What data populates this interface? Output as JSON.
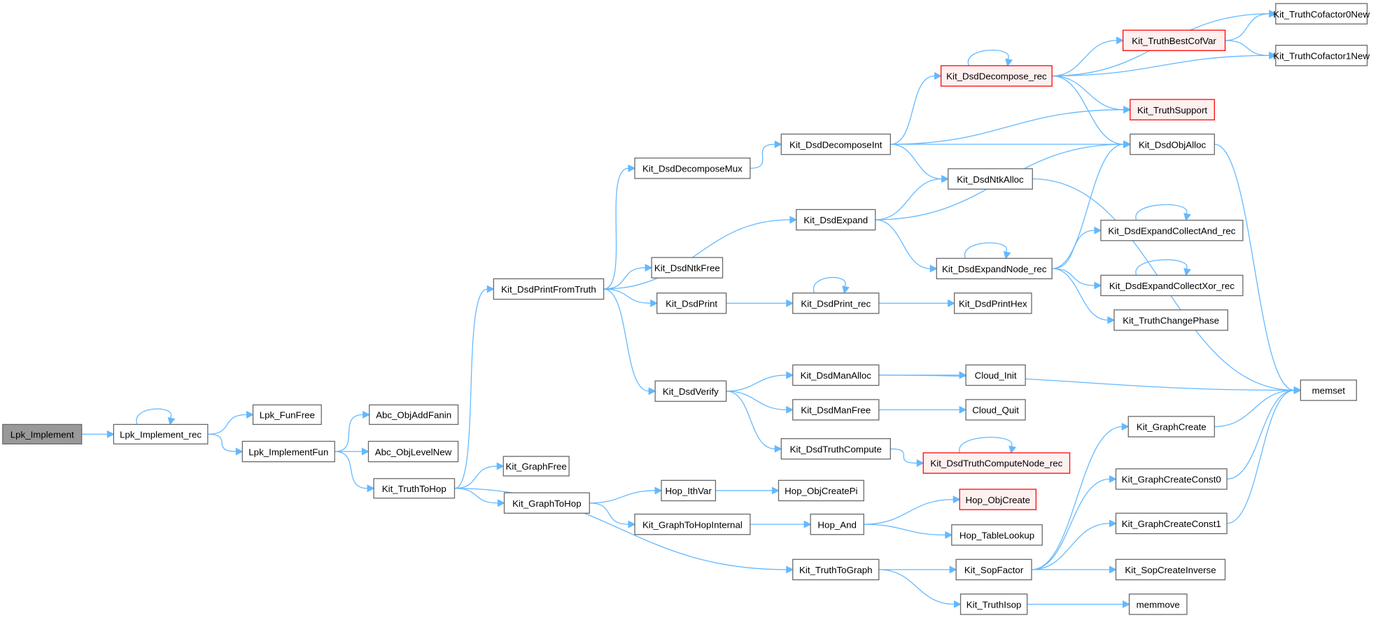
{
  "title": "Lpk_Implement call graph",
  "colors": {
    "edge": "#63b8ff",
    "root_fill": "#999999",
    "red_border": "#ff0000",
    "red_fill": "#fff0f0",
    "border": "#666666"
  },
  "nodes": [
    {
      "id": "Lpk_Implement",
      "label": "Lpk_Implement",
      "style": "root"
    },
    {
      "id": "Lpk_Implement_rec",
      "label": "Lpk_Implement_rec"
    },
    {
      "id": "Lpk_FunFree",
      "label": "Lpk_FunFree"
    },
    {
      "id": "Lpk_ImplementFun",
      "label": "Lpk_ImplementFun"
    },
    {
      "id": "Abc_ObjAddFanin",
      "label": "Abc_ObjAddFanin"
    },
    {
      "id": "Abc_ObjLevelNew",
      "label": "Abc_ObjLevelNew"
    },
    {
      "id": "Kit_TruthToHop",
      "label": "Kit_TruthToHop"
    },
    {
      "id": "Kit_GraphFree",
      "label": "Kit_GraphFree"
    },
    {
      "id": "Kit_GraphToHop",
      "label": "Kit_GraphToHop"
    },
    {
      "id": "Hop_IthVar",
      "label": "Hop_IthVar"
    },
    {
      "id": "Kit_GraphToHopInternal",
      "label": "Kit_GraphToHopInternal"
    },
    {
      "id": "Hop_ObjCreatePi",
      "label": "Hop_ObjCreatePi"
    },
    {
      "id": "Hop_And",
      "label": "Hop_And"
    },
    {
      "id": "Hop_ObjCreate",
      "label": "Hop_ObjCreate",
      "style": "red"
    },
    {
      "id": "Hop_TableLookup",
      "label": "Hop_TableLookup"
    },
    {
      "id": "Kit_TruthToGraph",
      "label": "Kit_TruthToGraph"
    },
    {
      "id": "Kit_SopFactor",
      "label": "Kit_SopFactor"
    },
    {
      "id": "Kit_TruthIsop",
      "label": "Kit_TruthIsop"
    },
    {
      "id": "memmove",
      "label": "memmove"
    },
    {
      "id": "Kit_SopCreateInverse",
      "label": "Kit_SopCreateInverse"
    },
    {
      "id": "Kit_GraphCreateConst1",
      "label": "Kit_GraphCreateConst1"
    },
    {
      "id": "Kit_GraphCreateConst0",
      "label": "Kit_GraphCreateConst0"
    },
    {
      "id": "Kit_GraphCreate",
      "label": "Kit_GraphCreate"
    },
    {
      "id": "memset",
      "label": "memset"
    },
    {
      "id": "Kit_DsdPrintFromTruth",
      "label": "Kit_DsdPrintFromTruth"
    },
    {
      "id": "Kit_DsdDecomposeMux",
      "label": "Kit_DsdDecomposeMux"
    },
    {
      "id": "Kit_DsdDecomposeInt",
      "label": "Kit_DsdDecomposeInt"
    },
    {
      "id": "Kit_DsdDecompose_rec",
      "label": "Kit_DsdDecompose_rec",
      "style": "red"
    },
    {
      "id": "Kit_TruthBestCofVar",
      "label": "Kit_TruthBestCofVar",
      "style": "red"
    },
    {
      "id": "Kit_TruthCofactor0New",
      "label": "Kit_TruthCofactor0New"
    },
    {
      "id": "Kit_TruthCofactor1New",
      "label": "Kit_TruthCofactor1New"
    },
    {
      "id": "Kit_TruthSupport",
      "label": "Kit_TruthSupport",
      "style": "red"
    },
    {
      "id": "Kit_DsdObjAlloc",
      "label": "Kit_DsdObjAlloc"
    },
    {
      "id": "Kit_DsdNtkAlloc",
      "label": "Kit_DsdNtkAlloc"
    },
    {
      "id": "Kit_DsdExpand",
      "label": "Kit_DsdExpand"
    },
    {
      "id": "Kit_DsdExpandNode_rec",
      "label": "Kit_DsdExpandNode_rec"
    },
    {
      "id": "Kit_DsdExpandCollectAnd_rec",
      "label": "Kit_DsdExpandCollectAnd_rec"
    },
    {
      "id": "Kit_DsdExpandCollectXor_rec",
      "label": "Kit_DsdExpandCollectXor_rec"
    },
    {
      "id": "Kit_TruthChangePhase",
      "label": "Kit_TruthChangePhase"
    },
    {
      "id": "Kit_DsdNtkFree",
      "label": "Kit_DsdNtkFree"
    },
    {
      "id": "Kit_DsdPrint",
      "label": "Kit_DsdPrint"
    },
    {
      "id": "Kit_DsdPrint_rec",
      "label": "Kit_DsdPrint_rec"
    },
    {
      "id": "Kit_DsdPrintHex",
      "label": "Kit_DsdPrintHex"
    },
    {
      "id": "Kit_DsdVerify",
      "label": "Kit_DsdVerify"
    },
    {
      "id": "Kit_DsdManAlloc",
      "label": "Kit_DsdManAlloc"
    },
    {
      "id": "Kit_DsdManFree",
      "label": "Kit_DsdManFree"
    },
    {
      "id": "Kit_DsdTruthCompute",
      "label": "Kit_DsdTruthCompute"
    },
    {
      "id": "Cloud_Init",
      "label": "Cloud_Init"
    },
    {
      "id": "Cloud_Quit",
      "label": "Cloud_Quit"
    },
    {
      "id": "Kit_DsdTruthComputeNode_rec",
      "label": "Kit_DsdTruthComputeNode_rec",
      "style": "red"
    }
  ],
  "edges": [
    [
      "Lpk_Implement",
      "Lpk_Implement_rec"
    ],
    [
      "Lpk_Implement_rec",
      "Lpk_Implement_rec"
    ],
    [
      "Lpk_Implement_rec",
      "Lpk_FunFree"
    ],
    [
      "Lpk_Implement_rec",
      "Lpk_ImplementFun"
    ],
    [
      "Lpk_ImplementFun",
      "Abc_ObjAddFanin"
    ],
    [
      "Lpk_ImplementFun",
      "Abc_ObjLevelNew"
    ],
    [
      "Lpk_ImplementFun",
      "Kit_TruthToHop"
    ],
    [
      "Kit_TruthToHop",
      "Kit_DsdPrintFromTruth"
    ],
    [
      "Kit_TruthToHop",
      "Kit_GraphFree"
    ],
    [
      "Kit_TruthToHop",
      "Kit_GraphToHop"
    ],
    [
      "Kit_TruthToHop",
      "Kit_TruthToGraph"
    ],
    [
      "Kit_GraphToHop",
      "Hop_IthVar"
    ],
    [
      "Kit_GraphToHop",
      "Kit_GraphToHopInternal"
    ],
    [
      "Hop_IthVar",
      "Hop_ObjCreatePi"
    ],
    [
      "Kit_GraphToHopInternal",
      "Hop_And"
    ],
    [
      "Hop_And",
      "Hop_ObjCreate"
    ],
    [
      "Hop_And",
      "Hop_TableLookup"
    ],
    [
      "Kit_TruthToGraph",
      "Kit_SopFactor"
    ],
    [
      "Kit_TruthToGraph",
      "Kit_TruthIsop"
    ],
    [
      "Kit_TruthIsop",
      "memmove"
    ],
    [
      "Kit_SopFactor",
      "Kit_GraphCreate"
    ],
    [
      "Kit_SopFactor",
      "Kit_GraphCreateConst0"
    ],
    [
      "Kit_SopFactor",
      "Kit_GraphCreateConst1"
    ],
    [
      "Kit_SopFactor",
      "Kit_SopCreateInverse"
    ],
    [
      "Kit_GraphCreate",
      "memset"
    ],
    [
      "Kit_GraphCreateConst0",
      "memset"
    ],
    [
      "Kit_GraphCreateConst1",
      "memset"
    ],
    [
      "Kit_DsdPrintFromTruth",
      "Kit_DsdDecomposeMux"
    ],
    [
      "Kit_DsdPrintFromTruth",
      "Kit_DsdExpand"
    ],
    [
      "Kit_DsdPrintFromTruth",
      "Kit_DsdNtkFree"
    ],
    [
      "Kit_DsdPrintFromTruth",
      "Kit_DsdPrint"
    ],
    [
      "Kit_DsdPrintFromTruth",
      "Kit_DsdVerify"
    ],
    [
      "Kit_DsdDecomposeMux",
      "Kit_DsdDecomposeInt"
    ],
    [
      "Kit_DsdDecomposeInt",
      "Kit_DsdDecompose_rec"
    ],
    [
      "Kit_DsdDecomposeInt",
      "Kit_TruthSupport"
    ],
    [
      "Kit_DsdDecomposeInt",
      "Kit_DsdObjAlloc"
    ],
    [
      "Kit_DsdDecomposeInt",
      "Kit_DsdNtkAlloc"
    ],
    [
      "Kit_DsdDecompose_rec",
      "Kit_DsdDecompose_rec"
    ],
    [
      "Kit_DsdDecompose_rec",
      "Kit_TruthBestCofVar"
    ],
    [
      "Kit_DsdDecompose_rec",
      "Kit_TruthCofactor0New"
    ],
    [
      "Kit_DsdDecompose_rec",
      "Kit_TruthCofactor1New"
    ],
    [
      "Kit_DsdDecompose_rec",
      "Kit_TruthSupport"
    ],
    [
      "Kit_DsdDecompose_rec",
      "Kit_DsdObjAlloc"
    ],
    [
      "Kit_TruthBestCofVar",
      "Kit_TruthCofactor0New"
    ],
    [
      "Kit_TruthBestCofVar",
      "Kit_TruthCofactor1New"
    ],
    [
      "Kit_DsdObjAlloc",
      "memset"
    ],
    [
      "Kit_DsdNtkAlloc",
      "memset"
    ],
    [
      "Kit_DsdExpand",
      "Kit_DsdNtkAlloc"
    ],
    [
      "Kit_DsdExpand",
      "Kit_DsdObjAlloc"
    ],
    [
      "Kit_DsdExpand",
      "Kit_DsdExpandNode_rec"
    ],
    [
      "Kit_DsdExpandNode_rec",
      "Kit_DsdExpandNode_rec"
    ],
    [
      "Kit_DsdExpandNode_rec",
      "Kit_DsdObjAlloc"
    ],
    [
      "Kit_DsdExpandNode_rec",
      "Kit_DsdExpandCollectAnd_rec"
    ],
    [
      "Kit_DsdExpandNode_rec",
      "Kit_DsdExpandCollectXor_rec"
    ],
    [
      "Kit_DsdExpandNode_rec",
      "Kit_TruthChangePhase"
    ],
    [
      "Kit_DsdExpandCollectAnd_rec",
      "Kit_DsdExpandCollectAnd_rec"
    ],
    [
      "Kit_DsdExpandCollectXor_rec",
      "Kit_DsdExpandCollectXor_rec"
    ],
    [
      "Kit_DsdPrint",
      "Kit_DsdPrint_rec"
    ],
    [
      "Kit_DsdPrint_rec",
      "Kit_DsdPrint_rec"
    ],
    [
      "Kit_DsdPrint_rec",
      "Kit_DsdPrintHex"
    ],
    [
      "Kit_DsdVerify",
      "Kit_DsdManAlloc"
    ],
    [
      "Kit_DsdVerify",
      "Kit_DsdManFree"
    ],
    [
      "Kit_DsdVerify",
      "Kit_DsdTruthCompute"
    ],
    [
      "Kit_DsdManAlloc",
      "Cloud_Init"
    ],
    [
      "Kit_DsdManAlloc",
      "memset"
    ],
    [
      "Kit_DsdManFree",
      "Cloud_Quit"
    ],
    [
      "Kit_DsdTruthCompute",
      "Kit_DsdTruthComputeNode_rec"
    ],
    [
      "Kit_DsdTruthComputeNode_rec",
      "Kit_DsdTruthComputeNode_rec"
    ]
  ]
}
